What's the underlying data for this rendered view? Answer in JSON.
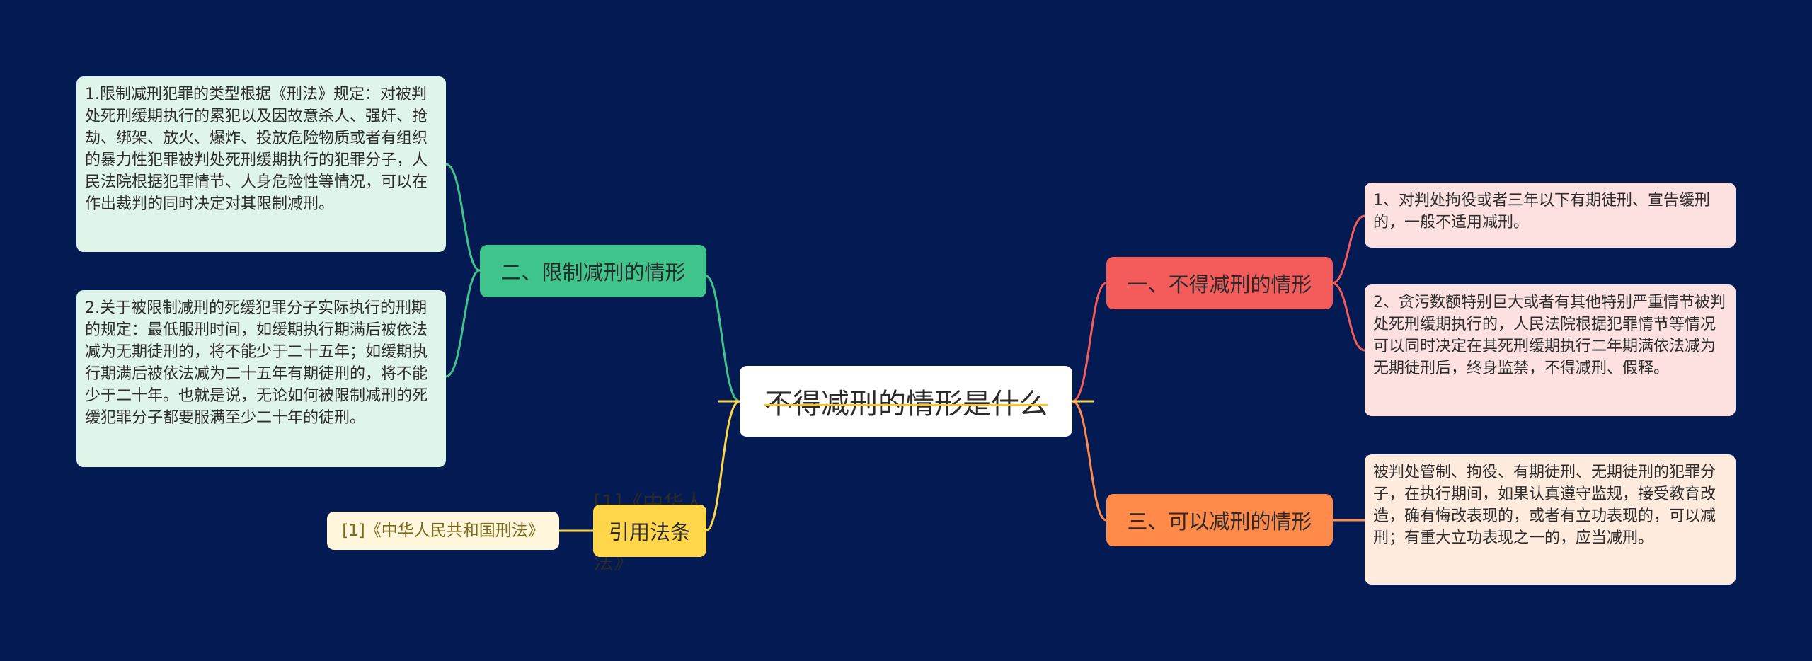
{
  "colors": {
    "background": "#041a52",
    "green": "#3fc58c",
    "red": "#f45c5c",
    "orange": "#ff8a4a",
    "yellow": "#ffd54a"
  },
  "center": {
    "title": "不得减刑的情形是什么"
  },
  "left": [
    {
      "label": "二、限制减刑的情形",
      "children": [
        "1.限制减刑犯罪的类型根据《刑法》规定：对被判处死刑缓期执行的累犯以及因故意杀人、强奸、抢劫、绑架、放火、爆炸、投放危险物质或者有组织的暴力性犯罪被判处死刑缓期执行的犯罪分子，人民法院根据犯罪情节、人身危险性等情况，可以在作出裁判的同时决定对其限制减刑。",
        "2.关于被限制减刑的死缓犯罪分子实际执行的刑期的规定：最低服刑时间，如缓期执行期满后被依法减为无期徒刑的，将不能少于二十五年；如缓期执行期满后被依法减为二十五年有期徒刑的，将不能少于二十年。也就是说，无论如何被限制减刑的死缓犯罪分子都要服满至少二十年的徒刑。"
      ]
    },
    {
      "label": "引用法条",
      "children": [
        "[1]《中华人民共和国刑法》"
      ]
    }
  ],
  "right": [
    {
      "label": "一、不得减刑的情形",
      "children": [
        "1、对判处拘役或者三年以下有期徒刑、宣告缓刑的，一般不适用减刑。",
        "2、贪污数额特别巨大或者有其他特别严重情节被判处死刑缓期执行的，人民法院根据犯罪情节等情况可以同时决定在其死刑缓期执行二年期满依法减为无期徒刑后，终身监禁，不得减刑、假释。"
      ]
    },
    {
      "label": "三、可以减刑的情形",
      "children": [
        "被判处管制、拘役、有期徒刑、无期徒刑的犯罪分子，在执行期间，如果认真遵守监规，接受教育改造，确有悔改表现的，或者有立功表现的，可以减刑；有重大立功表现之一的，应当减刑。"
      ]
    }
  ]
}
